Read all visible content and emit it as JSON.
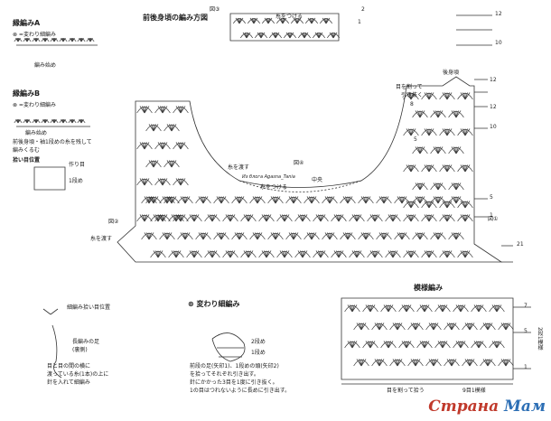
{
  "header": {
    "title": "前後身頃の編み方図"
  },
  "edging_a": {
    "title": "縁編みA",
    "legend": "⊗ =変わり細編み",
    "start": "編み始め"
  },
  "edging_b": {
    "title": "縁編みB",
    "legend": "⊗ =変わり細編み",
    "start": "編み始め",
    "note1": "前後身頃・袖1段めの糸を残して",
    "note2": "編みくるむ",
    "pickup_title": "拾い目位置",
    "pickup_label": "作り目",
    "pickup_row": "1段め"
  },
  "fig3": {
    "label": "図③",
    "yarn_attach": "糸をつける",
    "rows": [
      "2",
      "1",
      "12",
      "10"
    ]
  },
  "fig4": {
    "label": "図④",
    "yarn_pass": "糸を渡す",
    "yarn_attach": "糸をつける",
    "center": "中央",
    "watermark": "Из блога Agasna_Tania"
  },
  "fig2": {
    "label": "図②",
    "yarn_pass": "糸を渡す"
  },
  "fig1": {
    "label": "図①"
  },
  "right_panel": {
    "back": "後身頃",
    "split": "目を割って",
    "pull": "引き抜く",
    "rows": [
      "12",
      "8",
      "5",
      "12",
      "10",
      "5",
      "1",
      "21"
    ]
  },
  "pattern": {
    "title": "模様編み",
    "split_pull": "目を割って拾う",
    "pattern_label": "9目1模様",
    "repeat": "2段1模様",
    "rows": [
      "7",
      "5",
      "1"
    ]
  },
  "sc_pickup": {
    "title": "細編み拾い目位置",
    "foot": "長編みの足",
    "foot2": "(裏側)",
    "note1": "目と目の間の横に",
    "note2": "渡っている糸(1本)の上に",
    "note3": "針を入れて細編み"
  },
  "variant_sc": {
    "title": "⊗ 変わり細編み",
    "row2": "2段め",
    "row1": "1段め",
    "note1": "前段の足(矢印1)、1段めの頭(矢印2)",
    "note2": "を拾ってそれぞれ引き出す。",
    "note3": "針にかかった3目を1度に引き抜く。",
    "note4": "1の目はつれないように長めに引き出す。"
  },
  "site": {
    "name_a": "Страна",
    "name_b": "Мам"
  }
}
